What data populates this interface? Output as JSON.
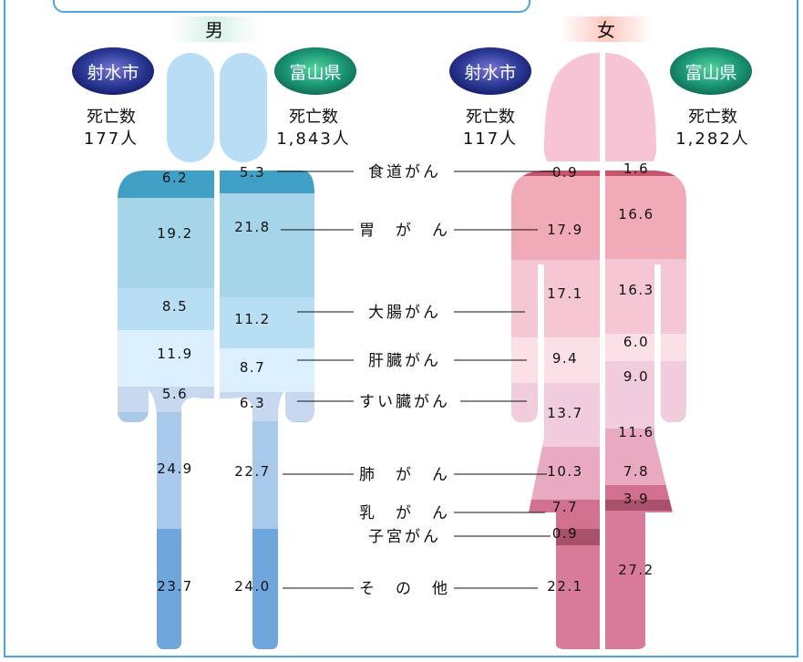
{
  "chart_data": [
    {
      "type": "table",
      "title": "男",
      "columns": [
        "射水市",
        "富山県"
      ],
      "deaths_label": "死亡数",
      "deaths": [
        "177人",
        "1,843人"
      ],
      "rows": [
        {
          "category": "食道がん",
          "values": [
            6.2,
            5.3
          ]
        },
        {
          "category": "胃がん",
          "values": [
            19.2,
            21.8
          ]
        },
        {
          "category": "大腸がん",
          "values": [
            8.5,
            11.2
          ]
        },
        {
          "category": "肝臓がん",
          "values": [
            11.9,
            8.7
          ]
        },
        {
          "category": "すい臓がん",
          "values": [
            5.6,
            6.3
          ]
        },
        {
          "category": "肺がん",
          "values": [
            24.9,
            22.7
          ]
        },
        {
          "category": "その他",
          "values": [
            23.7,
            24.0
          ]
        }
      ]
    },
    {
      "type": "table",
      "title": "女",
      "columns": [
        "射水市",
        "富山県"
      ],
      "deaths_label": "死亡数",
      "deaths": [
        "117人",
        "1,282人"
      ],
      "rows": [
        {
          "category": "食道がん",
          "values": [
            0.9,
            1.6
          ]
        },
        {
          "category": "胃がん",
          "values": [
            17.9,
            16.6
          ]
        },
        {
          "category": "大腸がん",
          "values": [
            17.1,
            16.3
          ]
        },
        {
          "category": "肝臓がん",
          "values": [
            9.4,
            6.0
          ]
        },
        {
          "category": "すい臓がん",
          "values": [
            13.7,
            9.0
          ]
        },
        {
          "category": "肺がん",
          "values": [
            10.3,
            11.6
          ]
        },
        {
          "category": "乳がん",
          "values": [
            7.7,
            7.8
          ]
        },
        {
          "category": "子宮がん",
          "values": [
            0.9,
            3.9
          ]
        },
        {
          "category": "その他",
          "values": [
            22.1,
            27.2
          ]
        }
      ]
    }
  ],
  "labels": {
    "male": "男",
    "female": "女",
    "city": "射水市",
    "prefecture": "富山県",
    "deaths": "死亡数",
    "male_city_deaths": "177人",
    "male_pref_deaths": "1,843人",
    "female_city_deaths": "117人",
    "female_pref_deaths": "1,282人"
  },
  "center_labels": [
    "食道がん",
    "胃　が　ん",
    "大腸がん",
    "肝臓がん",
    "すい臓がん",
    "肺　が　ん",
    "乳　が　ん",
    "子宮がん",
    "そ　の　他"
  ],
  "colors": {
    "male_band": [
      "#3f9fc4",
      "#a6d5ea",
      "#b8def4",
      "#dcefff",
      "#c7d8f0",
      "#a8c9ea",
      "#6fa6dc"
    ],
    "female_band": [
      "#c9536a",
      "#f1aab8",
      "#f5c7d4",
      "#fbe0e8",
      "#f0ccdc",
      "#e9a9c1",
      "#d2708f",
      "#a9506a",
      "#d87b9a"
    ],
    "frame": "#4aa7d8"
  }
}
